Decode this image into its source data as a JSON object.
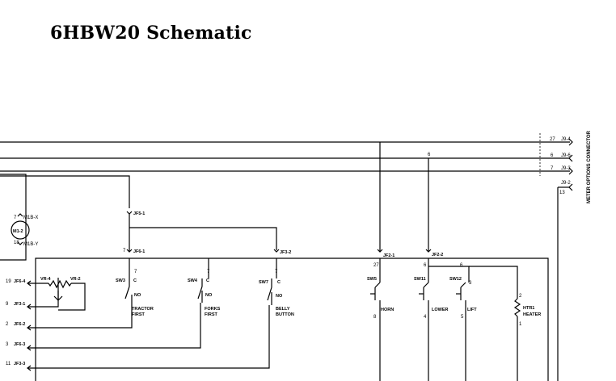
{
  "title": "6HBW20 Schematic",
  "connector_side_label": "METER OPTIONS CONNECTOR",
  "top_right": [
    {
      "wire": "27",
      "pin": "J9-4"
    },
    {
      "wire": "6",
      "pin": "J9-6"
    },
    {
      "wire": "7",
      "pin": "J9-3"
    },
    {
      "wire": "13",
      "pin": "J9-2"
    }
  ],
  "motor": {
    "name": "M1-2",
    "top_label": "M1B-X",
    "bottom_label": "M1B-Y",
    "wire_top": "7",
    "wire_bottom": "18"
  },
  "left_connectors": [
    {
      "wire": "19",
      "pin": "JF6-4"
    },
    {
      "wire": "9",
      "pin": "JF3-1"
    },
    {
      "wire": "2",
      "pin": "JF6-2"
    },
    {
      "wire": "3",
      "pin": "JF6-3"
    },
    {
      "wire": "11",
      "pin": "JF3-3"
    }
  ],
  "pots": {
    "vr4": "VR-4",
    "vr2": "VR-2"
  },
  "pins": {
    "jf5_1": "JF5-1",
    "jf6_1": "JF6-1",
    "jf3_2": "JF3-2",
    "jf2_1": "JF2-1",
    "jf2_2": "JF2-2"
  },
  "wire_nums": {
    "w7": "7",
    "w27": "27",
    "w6": "6",
    "w8": "8",
    "w4": "4",
    "w5": "5",
    "w3": "3",
    "w2": "2",
    "w1": "1"
  },
  "switches": [
    {
      "id": "SW3",
      "c": "C",
      "no": "NO",
      "label1": "TRACTOR",
      "label2": "FIRST"
    },
    {
      "id": "SW4",
      "c": "C",
      "no": "NO",
      "label1": "FORKS",
      "label2": "FIRST"
    },
    {
      "id": "SW7",
      "c": "C",
      "no": "NO",
      "label1": "BELLY",
      "label2": "BUTTON"
    }
  ],
  "pushbuttons": [
    {
      "id": "SW5",
      "label": "HORN"
    },
    {
      "id": "SW11",
      "label": "LOWER"
    },
    {
      "id": "SW12",
      "label": "LIFT"
    }
  ],
  "heater": {
    "id": "HTR1",
    "label": "HEATER"
  }
}
